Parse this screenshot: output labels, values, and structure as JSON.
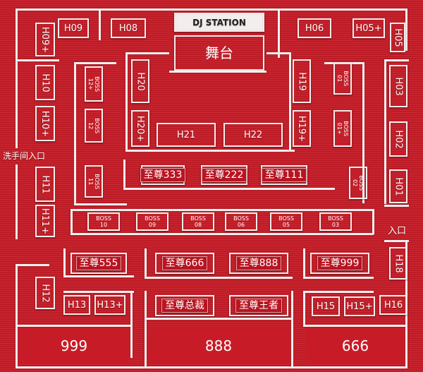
{
  "stage": {
    "dj": "DJ STATION",
    "stage": "舞台"
  },
  "labels": {
    "restroom": "洗手间入口",
    "entrance": "入口"
  },
  "booths": {
    "H09": "H09",
    "H08": "H08",
    "H06": "H06",
    "H05p": "H05+",
    "H05": "H05",
    "H09p": "H09+",
    "H10": "H10",
    "H10p": "H10+",
    "H11": "H11",
    "H11p": "H11+",
    "H12": "H12",
    "H13": "H13",
    "H13p": "H13+",
    "H15": "H15",
    "H15p": "H15+",
    "H16": "H16",
    "H03": "H03",
    "H02": "H02",
    "H01": "H01",
    "H18": "H18",
    "H20": "H20",
    "H20p": "H20+",
    "H19": "H19",
    "H19p": "H19+",
    "H21": "H21",
    "H22": "H22"
  },
  "boss": {
    "b12p": "BOSS\n12+",
    "b12": "BOSS\n12",
    "b11": "BOSS\n11",
    "b01": "BOSS\n01",
    "b01p": "BOSS\n01+",
    "b02": "BOSS\n02",
    "b10": "BOSS\n10",
    "b09": "BOSS\n09",
    "b08": "BOSS\n08",
    "b06": "BOSS\n06",
    "b05": "BOSS\n05",
    "b03": "BOSS\n03"
  },
  "supreme": {
    "z333": "至尊333",
    "z222": "至尊222",
    "z111": "至尊111",
    "z555": "至尊555",
    "z666": "至尊666",
    "z888": "至尊888",
    "z999": "至尊999",
    "zongcai": "至尊总裁",
    "wangzhe": "至尊王者"
  },
  "zones": {
    "z999": "999",
    "z888": "888",
    "z666": "666"
  },
  "colors": {
    "background": "#c71c27",
    "line": "#f6f0f0"
  }
}
